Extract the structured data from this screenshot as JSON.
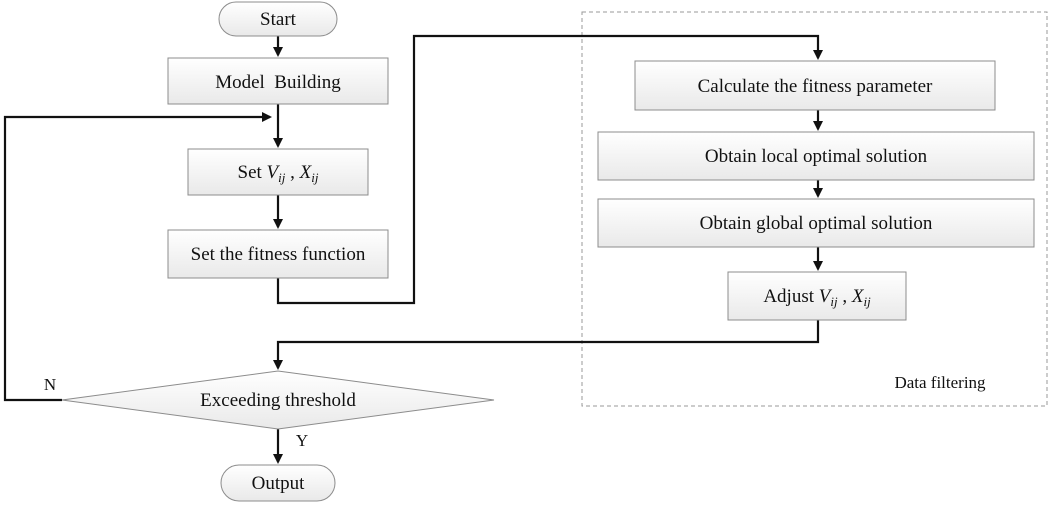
{
  "diagram": {
    "nodes": {
      "start": {
        "label": "Start"
      },
      "model_building": {
        "label": "Model  Building"
      },
      "set_vx": {
        "prefix": "Set ",
        "v": "V",
        "v_sub": "ij",
        "sep": " , ",
        "x": "X",
        "x_sub": "ij"
      },
      "set_fitness": {
        "label": "Set the fitness function"
      },
      "calc_fitness": {
        "label": "Calculate the fitness parameter"
      },
      "local_opt": {
        "label": "Obtain local optimal solution"
      },
      "global_opt": {
        "label": "Obtain global optimal solution"
      },
      "adjust_vx": {
        "prefix": "Adjust ",
        "v": "V",
        "v_sub": "ij",
        "sep": " , ",
        "x": "X",
        "x_sub": "ij"
      },
      "decision": {
        "label": "Exceeding threshold"
      },
      "output": {
        "label": "Output"
      }
    },
    "branch_labels": {
      "no": "N",
      "yes": "Y"
    },
    "group": {
      "label": "Data filtering"
    }
  },
  "colors": {
    "box_fill": "#f3f3f3",
    "box_stroke": "#8c8c8c",
    "connector": "#111111",
    "group_border": "#9a9a9a"
  }
}
